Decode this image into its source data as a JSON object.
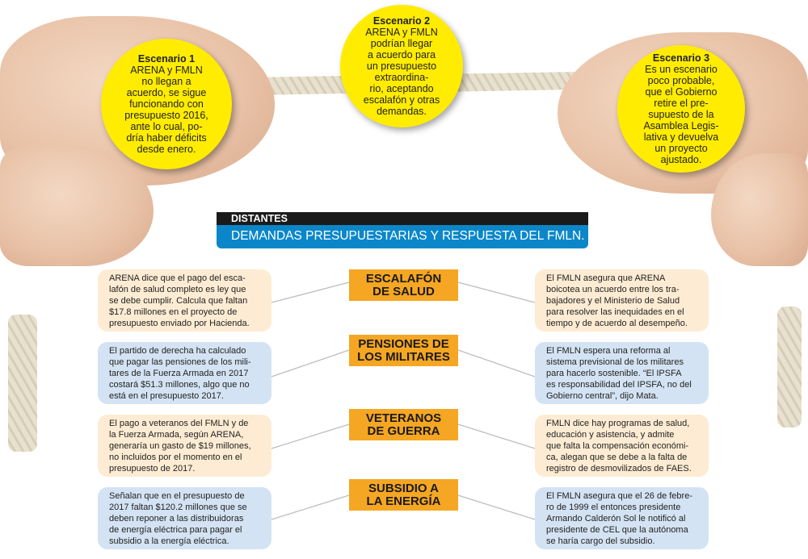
{
  "scenarios": [
    {
      "title": "Escenario 1",
      "text": "ARENA y FMLN\nno llegan a\nacuerdo, se sigue\nfuncionando con\npresupuesto 2016,\nante lo cual, po-\ndría haber déficits\ndesde enero."
    },
    {
      "title": "Escenario 2",
      "text": "ARENA y FMLN\npodrían llegar\na acuerdo para\nun presupuesto\nextraordina-\nrio, aceptando\nescalafón y otras\ndemandas."
    },
    {
      "title": "Escenario 3",
      "text": "Es un escenario\npoco probable,\nque el Gobierno\nretire el pre-\nsupuesto de la\nAsamblea Legis-\nlativa y devuelva\nun proyecto\najustado."
    }
  ],
  "header": {
    "kicker": "DISTANTES",
    "title": "DEMANDAS PRESUPUESTARIAS Y RESPUESTA DEL FMLN."
  },
  "rows": [
    {
      "topic": "ESCALAFÓN\nDE SALUD",
      "arena": "ARENA dice que el pago del esca-\nlafón de salud completo es ley que\nse debe cumplir. Calcula que faltan\n$17.8 millones en el proyecto de\npresupuesto enviado por Hacienda.",
      "fmln": "El FMLN asegura que ARENA\nboicotea un acuerdo entre los tra-\nbajadores y el Ministerio de Salud\npara resolver las inequidades en el\ntiempo y de acuerdo al desempeño."
    },
    {
      "topic": "PENSIONES DE\nLOS MILITARES",
      "arena": "El partido de derecha ha calculado\nque pagar las pensiones de los mili-\ntares de la Fuerza Armada en 2017\ncostará $51.3 millones, algo que no\nestá en el presupuesto 2017.",
      "fmln": "El FMLN espera una reforma al\nsistema previsional de los militares\npara hacerlo sostenible. “El IPSFA\nes responsabilidad del IPSFA, no del\nGobierno central”, dijo Mata."
    },
    {
      "topic": "VETERANOS\nDE GUERRA",
      "arena": "El pago a veteranos del FMLN y de\nla Fuerza Armada, según ARENA,\ngeneraría un gasto de $19 millones,\nno incluidos por el momento en el\npresupuesto de 2017.",
      "fmln": "FMLN dice hay programas de salud,\neducación y asistencia, y admite\nque falta la compensación económi-\nca, alegan que se debe a la falta de\nregistro de desmovilizados de FAES."
    },
    {
      "topic": "SUBSIDIO A\nLA ENERGÍA",
      "arena": "Señalan que en el presupuesto de\n2017 faltan $120.2 millones que se\ndeben reponer a las distribuidoras\nde energía eléctrica para pagar el\nsubsidio a la energía eléctrica.",
      "fmln": "El FMLN asegura que el 26 de febre-\nro de 1999 el entonces presidente\nArmando Calderón Sol le notificó al\npresidente de CEL que la autónoma\nse haría cargo del subsidio."
    }
  ],
  "colors": {
    "bubble": "#ffec00",
    "label": "#f5a623",
    "header_blue": "#0b87c9",
    "peach": "#fdecd3",
    "blue": "#d4e3f3"
  }
}
